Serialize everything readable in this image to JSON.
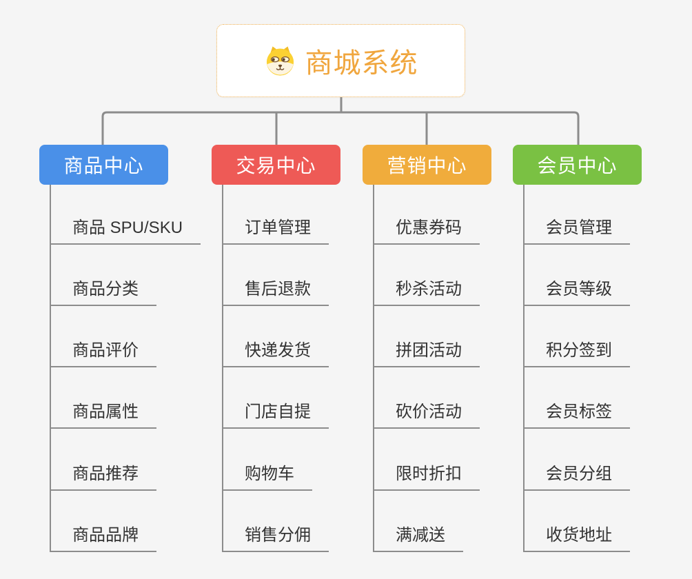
{
  "page": {
    "background": "#f5f5f5",
    "connector_color": "#8c8c8c"
  },
  "root": {
    "title": "商城系统",
    "icon": "dog-face-icon",
    "text_color": "#f0a63e",
    "border_color": "#efae4b",
    "background": "#ffffff"
  },
  "branches": [
    {
      "label": "商品中心",
      "color": "#4a90e8",
      "items": [
        "商品 SPU/SKU",
        "商品分类",
        "商品评价",
        "商品属性",
        "商品推荐",
        "商品品牌"
      ]
    },
    {
      "label": "交易中心",
      "color": "#ee5a56",
      "items": [
        "订单管理",
        "售后退款",
        "快递发货",
        "门店自提",
        "购物车",
        "销售分佣"
      ]
    },
    {
      "label": "营销中心",
      "color": "#f0ac3c",
      "items": [
        "优惠券码",
        "秒杀活动",
        "拼团活动",
        "砍价活动",
        "限时折扣",
        "满减送"
      ]
    },
    {
      "label": "会员中心",
      "color": "#7ac143",
      "items": [
        "会员管理",
        "会员等级",
        "积分签到",
        "会员标签",
        "会员分组",
        "收货地址"
      ]
    }
  ]
}
